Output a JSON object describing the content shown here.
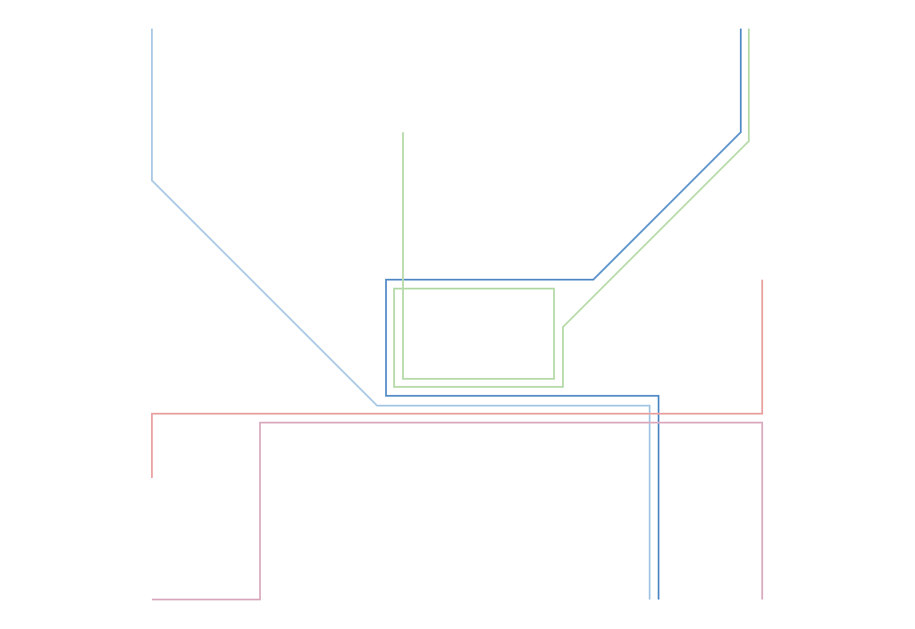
{
  "diagram": {
    "routes": [
      {
        "name": "light-blue-route",
        "color": "#a9c9e6"
      },
      {
        "name": "blue-route",
        "color": "#5b91c9"
      },
      {
        "name": "green-route",
        "color": "#b7dbaa"
      },
      {
        "name": "red-route",
        "color": "#eaa4a4"
      },
      {
        "name": "mauve-route",
        "color": "#dbaec2"
      }
    ]
  }
}
